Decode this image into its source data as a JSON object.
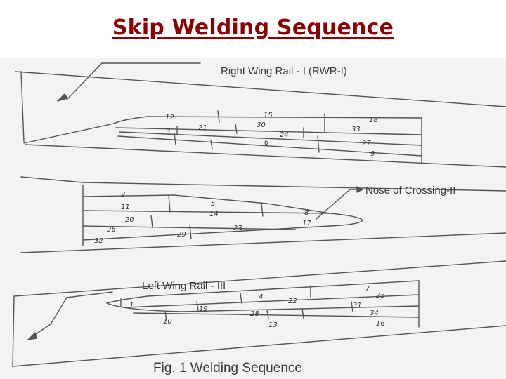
{
  "slide": {
    "title": "Skip Welding Sequence"
  },
  "diagram": {
    "labels": {
      "right_wing_rail": "Right Wing Rail - I (RWR-I)",
      "nose_of_crossing": "Nose of Crossing-II",
      "left_wing_rail": "Left Wing Rail - III",
      "figure_caption": "Fig. 1 Welding Sequence"
    },
    "colors": {
      "title": "#8b0000",
      "line": "#555555",
      "background": "#f3f3f1"
    },
    "weld_numbers": {
      "rwr": [
        "12",
        "15",
        "18",
        "3",
        "21",
        "30",
        "24",
        "33",
        "6",
        "27",
        "9"
      ],
      "noc": [
        "2",
        "5",
        "11",
        "14",
        "20",
        "8",
        "17",
        "26",
        "29",
        "23",
        "32"
      ],
      "lwr": [
        "4",
        "7",
        "1",
        "22",
        "25",
        "19",
        "31",
        "28",
        "34",
        "10",
        "13",
        "16"
      ]
    }
  }
}
